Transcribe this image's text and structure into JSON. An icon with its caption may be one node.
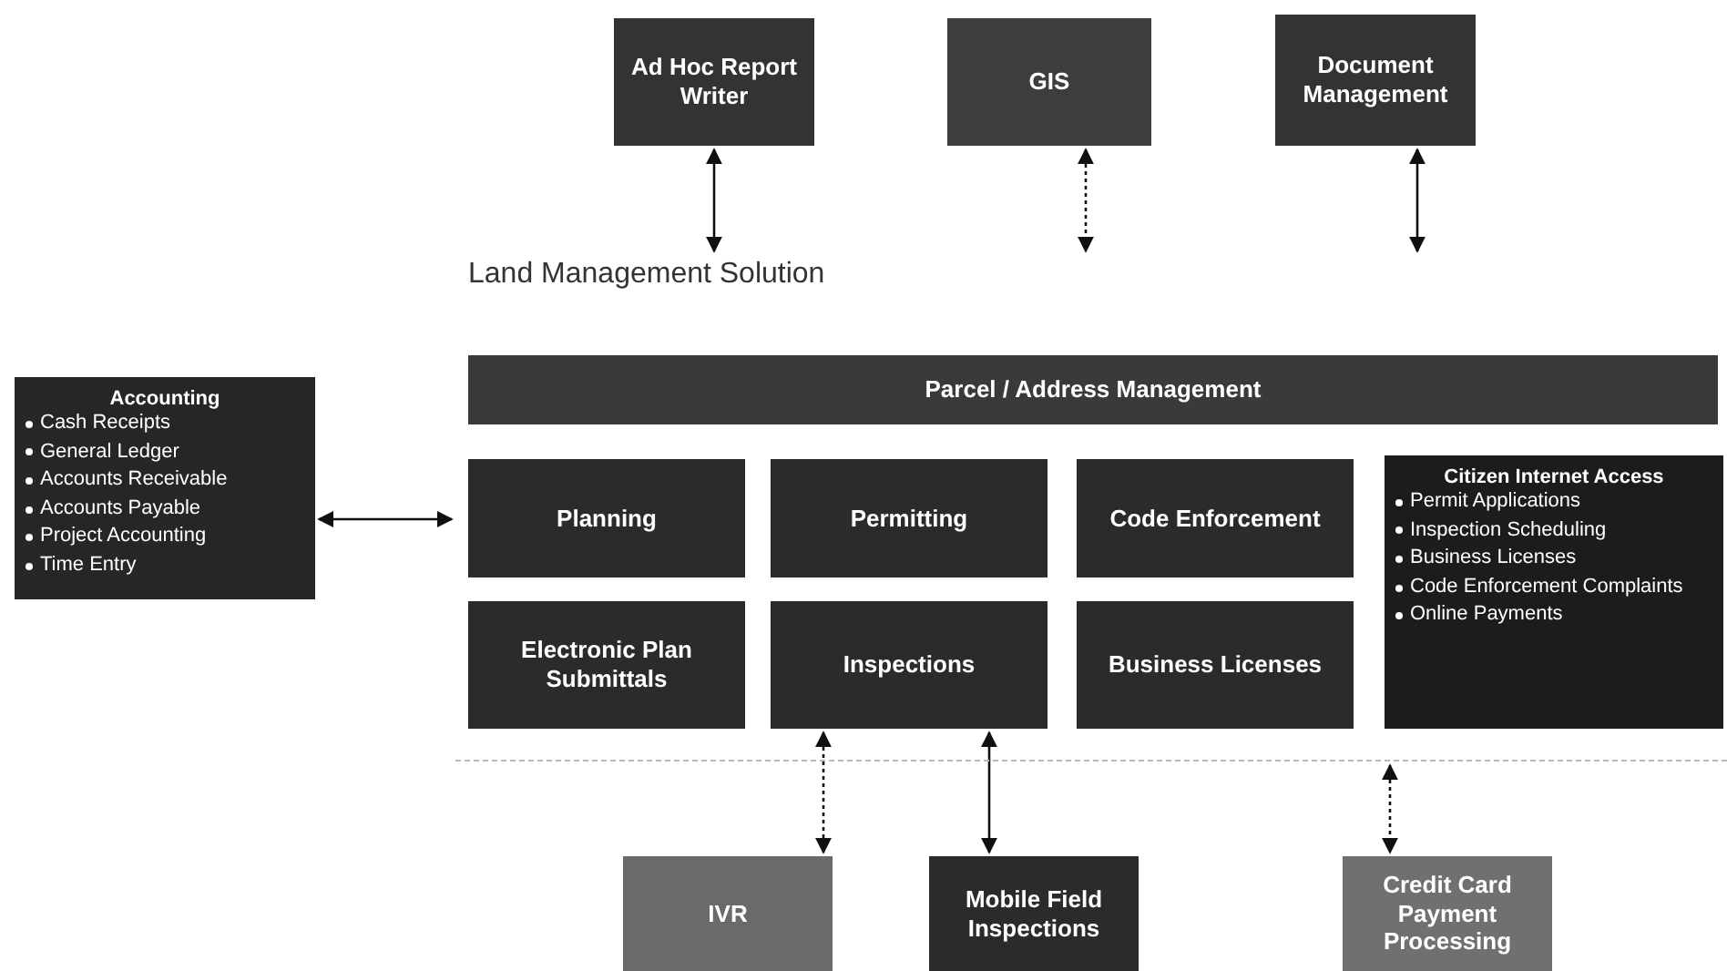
{
  "diagram": {
    "nodes": [
      {
        "text": [
          "Ad Hoc Report Writer"
        ]
      },
      {
        "text": [
          "GIS"
        ]
      },
      {
        "text": [
          "Document Management"
        ]
      },
      {
        "text": [
          "Accounting",
          "Cash Receipts",
          "General Ledger",
          "Accounts Receivable",
          "Accounts Payable",
          "Project Accounting",
          "Time Entry"
        ]
      },
      {
        "text": [
          "Land Management Solution"
        ]
      },
      {
        "text": [
          "Parcel / Address Management"
        ],
        "in": 4
      },
      {
        "text": [
          "Planning"
        ],
        "in": 4
      },
      {
        "text": [
          "Permitting"
        ],
        "in": 4
      },
      {
        "text": [
          "Code Enforcement"
        ],
        "in": 4
      },
      {
        "text": [
          "Citizen Internet Access",
          "Permit Applications",
          "Inspection Scheduling",
          "Business Licenses",
          "Code Enforcement Complaints",
          "Online Payments"
        ],
        "in": 4
      },
      {
        "text": [
          "Electronic Plan Submittals"
        ],
        "in": 4
      },
      {
        "text": [
          "Inspections"
        ],
        "in": 4
      },
      {
        "text": [
          "Business Licenses"
        ],
        "in": 4
      },
      {
        "text": [
          "IVR"
        ]
      },
      {
        "text": [
          "Mobile Field Inspections"
        ]
      },
      {
        "text": [
          "Credit Card Payment Processing"
        ]
      }
    ],
    "edges": [
      {
        "from": 0,
        "to": 4,
        "arrow": "both"
      },
      {
        "from": 1,
        "to": 4,
        "arrow": "both",
        "style": "dashed"
      },
      {
        "from": 2,
        "to": 4,
        "arrow": "both"
      },
      {
        "from": 3,
        "to": 4,
        "arrow": "both"
      },
      {
        "from": 11,
        "to": 13,
        "arrow": "both",
        "style": "dashed"
      },
      {
        "from": 11,
        "to": 14,
        "arrow": "both"
      },
      {
        "from": 4,
        "to": 15,
        "arrow": "both",
        "style": "dashed"
      }
    ]
  }
}
